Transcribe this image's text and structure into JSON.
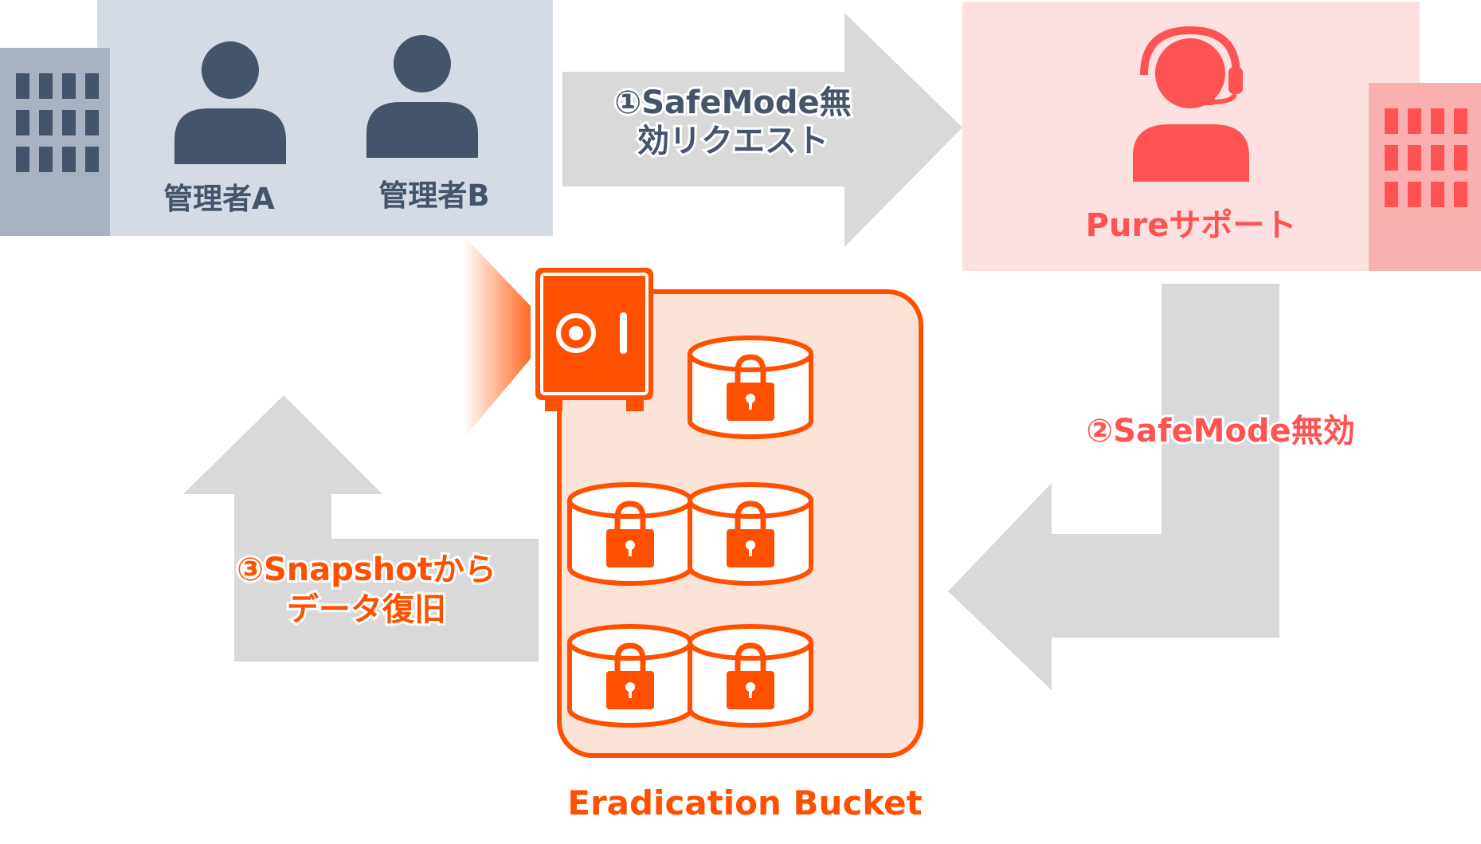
{
  "admins": {
    "admin_a": "管理者A",
    "admin_b": "管理者B"
  },
  "support": {
    "label": "Pureサポート"
  },
  "steps": {
    "step1_line1": "①SafeMode無",
    "step1_line2": "効リクエスト",
    "step2": "②SafeMode無効",
    "step3_line1": "③Snapshotから",
    "step3_line2": "データ復旧"
  },
  "bucket": {
    "label": "Eradication Bucket"
  },
  "colors": {
    "admin_panel": "#d5dbe4",
    "admin_building": "#a9b2c0",
    "person": "#44546a",
    "support_panel": "#fde0e0",
    "support_building": "#fbb0b0",
    "support_person": "#ff5252",
    "arrow": "#d9d9d9",
    "accent": "#ff5000",
    "bucket_fill": "#fbe3d8"
  }
}
